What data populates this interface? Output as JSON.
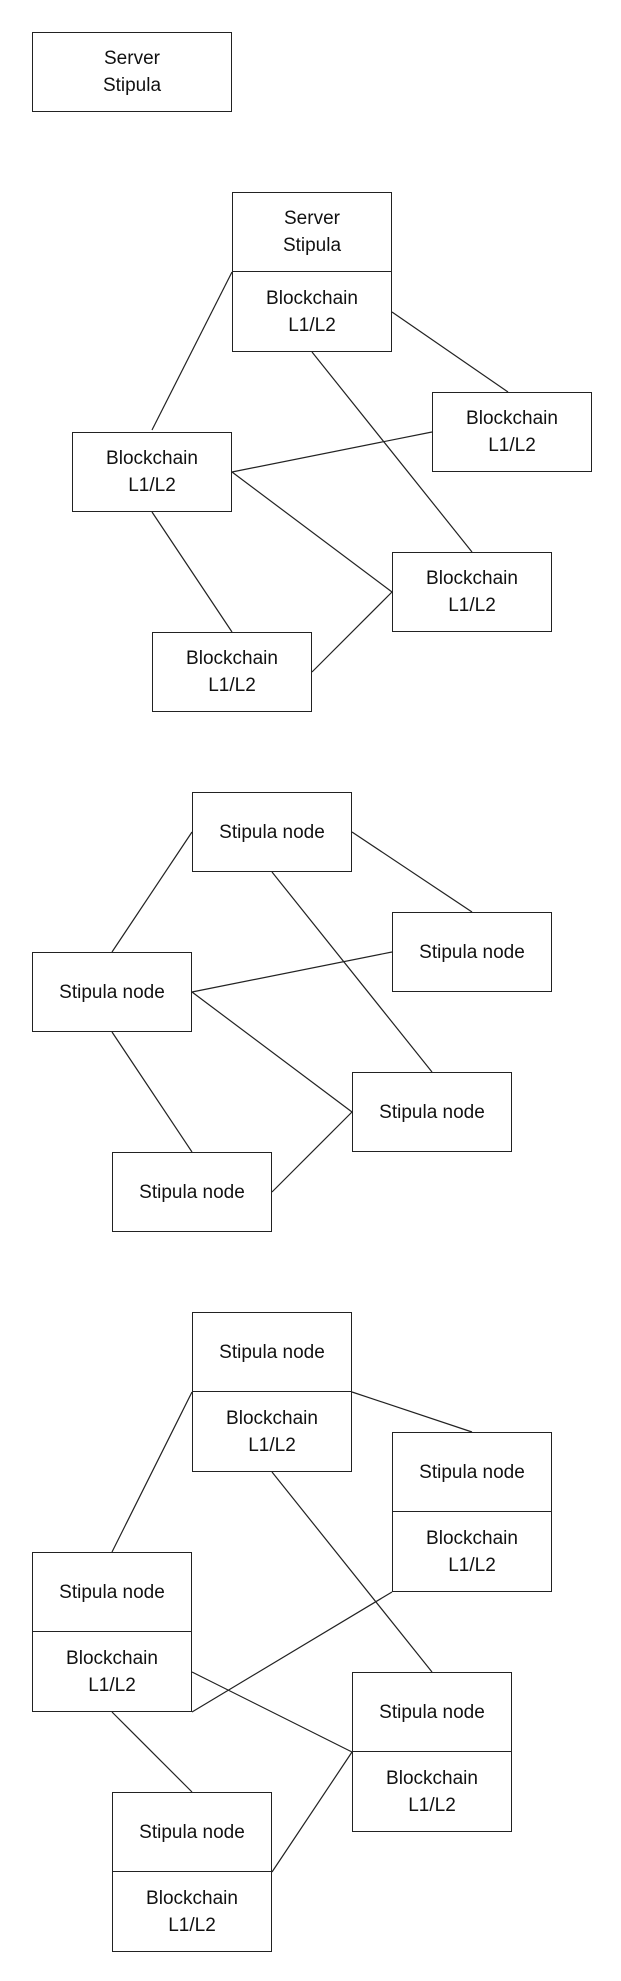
{
  "server": {
    "label": "Server\nStipula"
  },
  "blockchain": {
    "label": "Blockchain\nL1/L2"
  },
  "stipula_node": {
    "label": "Stipula node"
  }
}
